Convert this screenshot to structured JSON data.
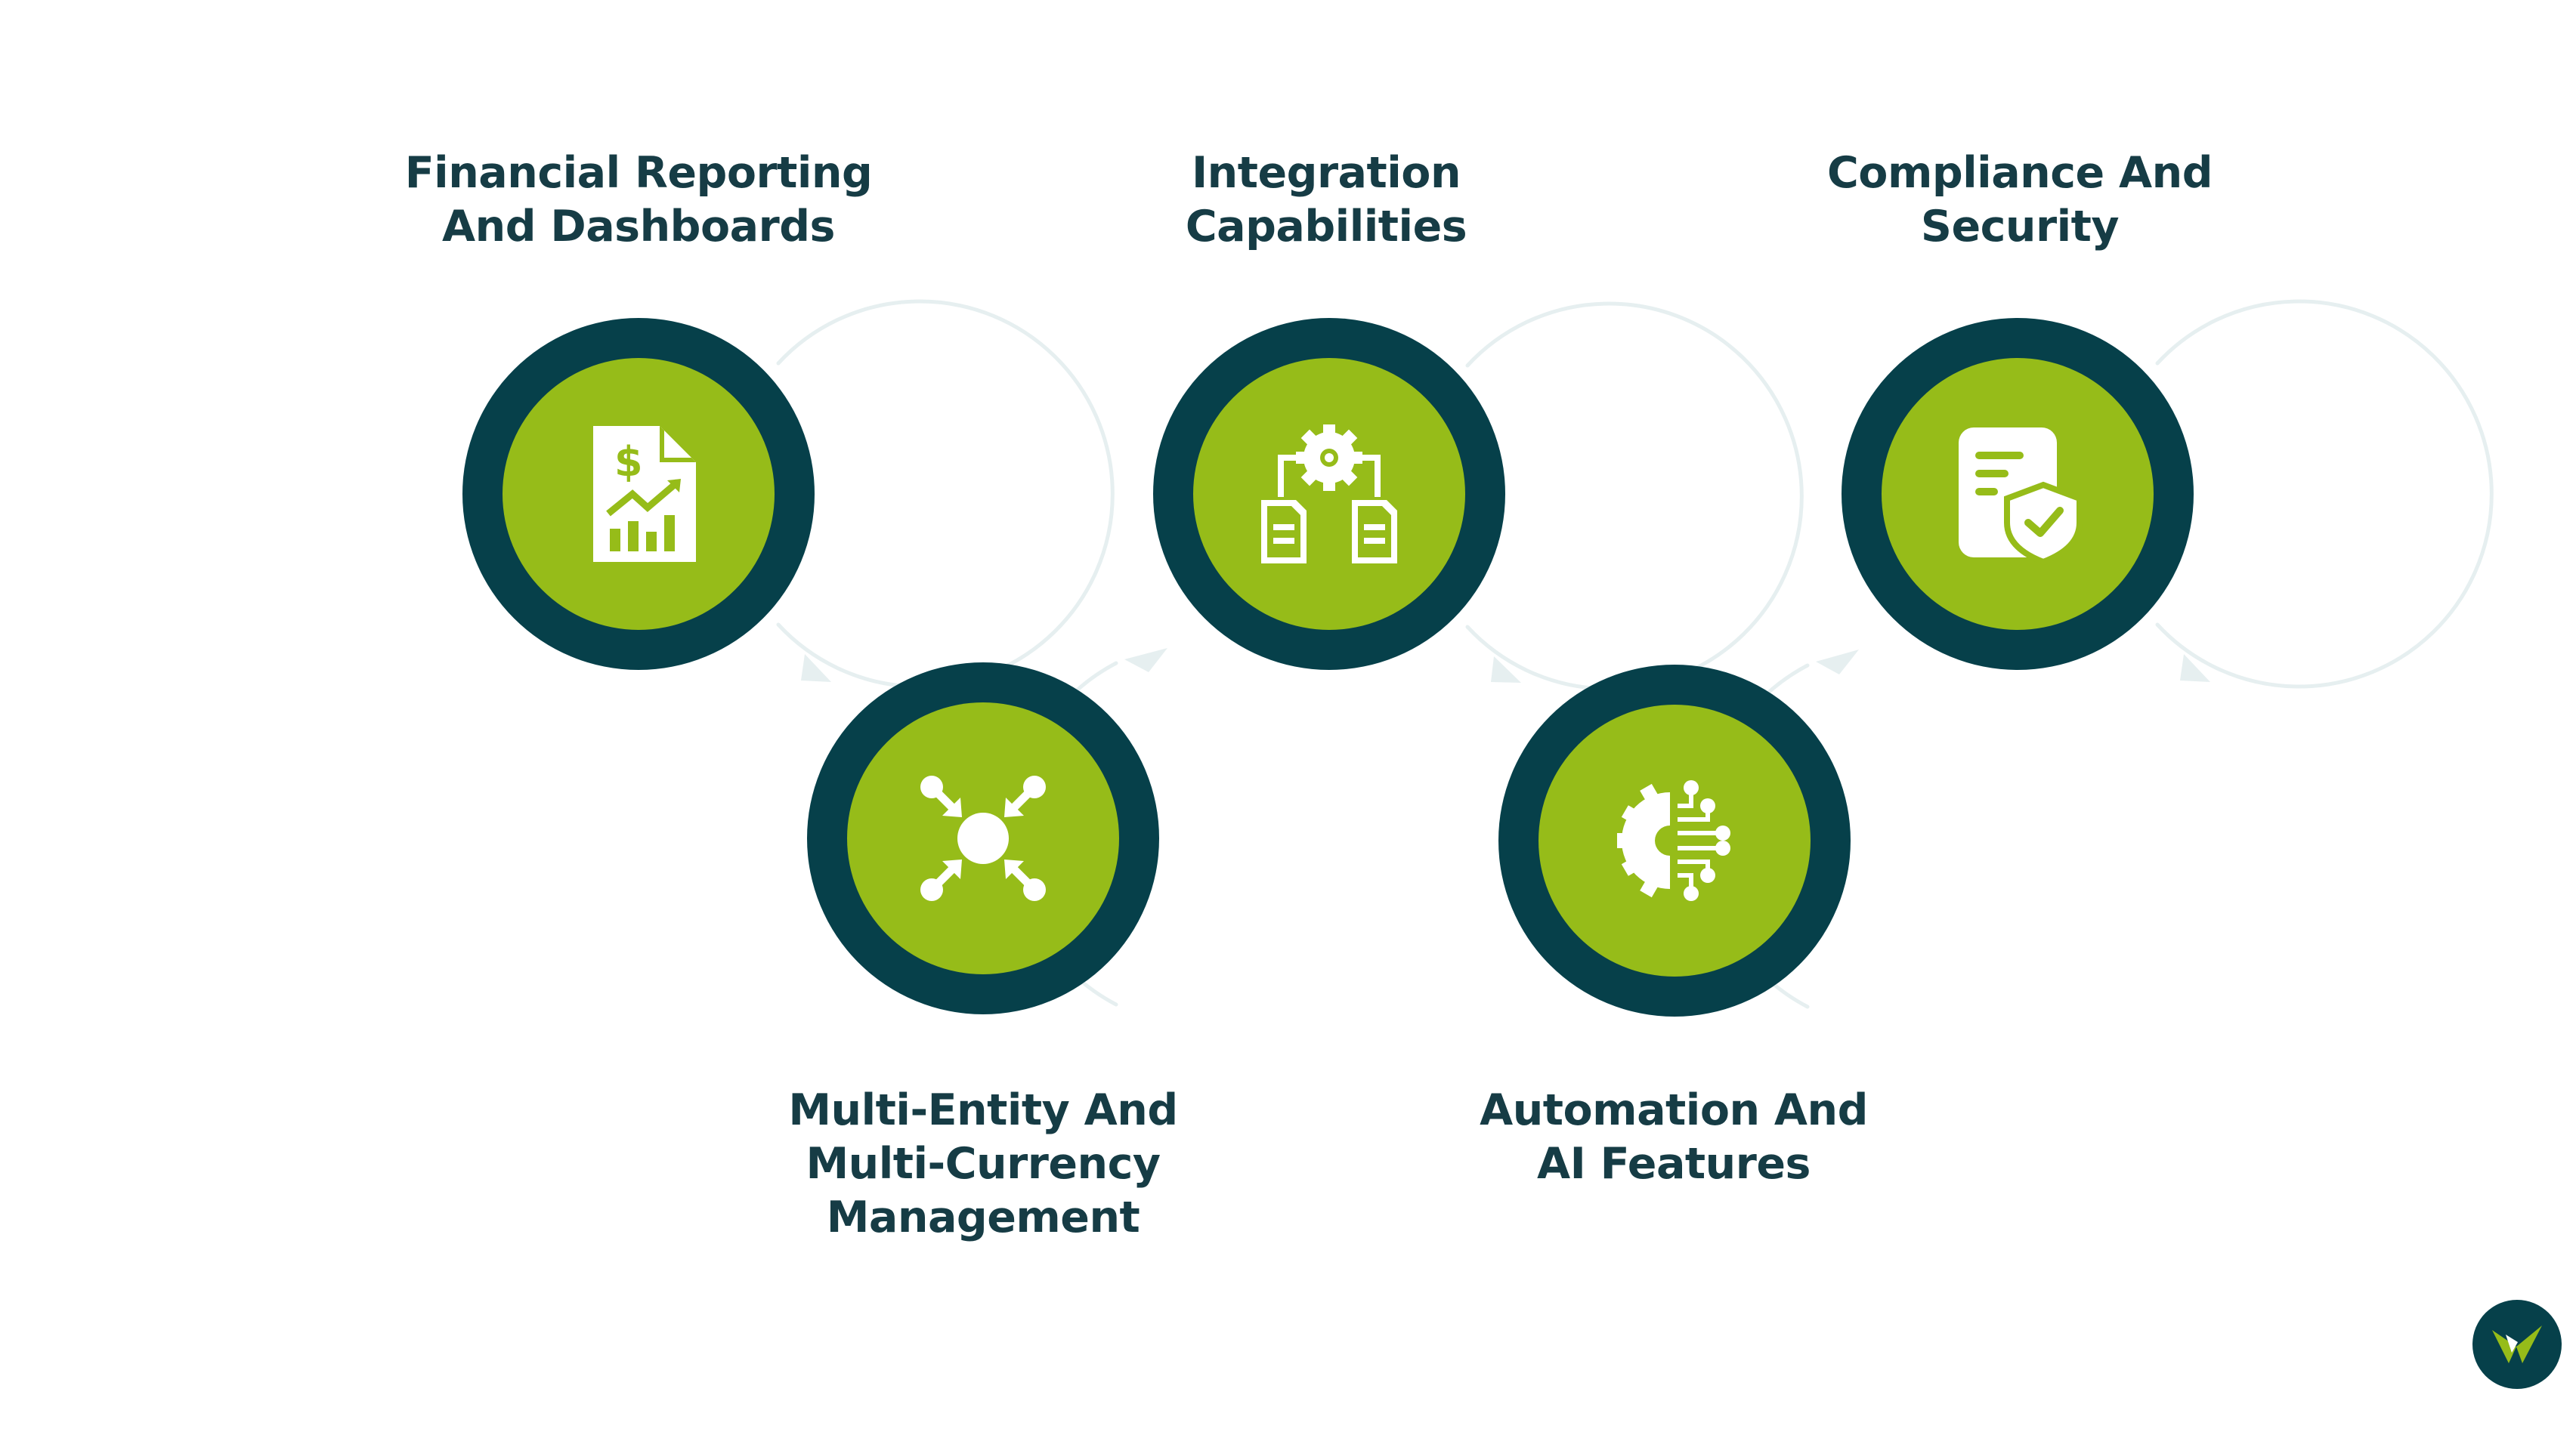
{
  "colors": {
    "outer_ring": "#06404a",
    "inner_disc": "#96bc19",
    "icon": "#ffffff",
    "connector": "#e6eff0",
    "text": "#163c45",
    "background": "#ffffff"
  },
  "steps": [
    {
      "lines": [
        "Financial Reporting",
        "And Dashboards"
      ],
      "icon": "financial-report-icon"
    },
    {
      "lines": [
        "Multi-Entity And",
        "Multi-Currency",
        "Management"
      ],
      "icon": "convergence-arrows-icon"
    },
    {
      "lines": [
        "Integration",
        "Capabilities"
      ],
      "icon": "integration-gear-icon"
    },
    {
      "lines": [
        "Automation And",
        "AI Features"
      ],
      "icon": "ai-gear-circuit-icon"
    },
    {
      "lines": [
        "Compliance And",
        "Security"
      ],
      "icon": "document-shield-icon"
    }
  ],
  "logo": {
    "icon": "brand-logo-icon"
  }
}
